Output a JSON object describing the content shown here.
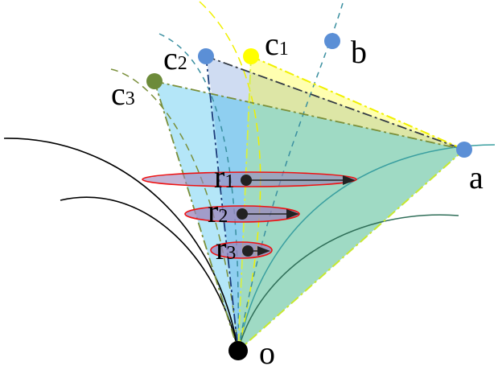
{
  "points": {
    "o": {
      "label": "o"
    },
    "a": {
      "label": "a"
    },
    "b": {
      "label": "b"
    },
    "c1": {
      "label": "c",
      "sub": "1"
    },
    "c2": {
      "label": "c",
      "sub": "2"
    },
    "c3": {
      "label": "c",
      "sub": "3"
    }
  },
  "radii": [
    {
      "label": "r",
      "sub": "1"
    },
    {
      "label": "r",
      "sub": "2"
    },
    {
      "label": "r",
      "sub": "3"
    }
  ],
  "colors": {
    "light_blue": "#b4e6f8",
    "mid_blue": "#8fcff0",
    "lavender": "#cfdcf2",
    "yellow": "#ffffb0",
    "olive_yellow": "#dde6a6",
    "green": "#9fdac4",
    "ellipse_fill": "#9b84bb",
    "ellipse_stroke": "#ee1111",
    "point_blue": "#5b8fd6",
    "point_yellow": "#ffff00",
    "point_olive": "#6d8b3a"
  }
}
